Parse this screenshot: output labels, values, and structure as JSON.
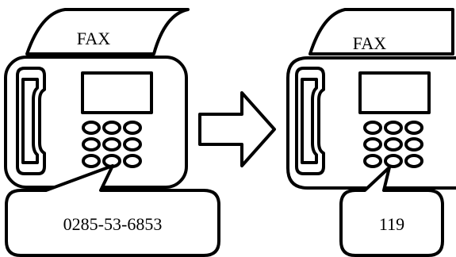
{
  "left_fax": {
    "paper_label": "FAX",
    "dialed_number": "0285-53-6853"
  },
  "right_fax": {
    "paper_label": "FAX",
    "dialed_number": "119"
  },
  "colors": {
    "line": "#000000",
    "fill": "#ffffff"
  },
  "icons": [
    "fax-machine-icon",
    "right-arrow-icon",
    "fax-machine-icon"
  ]
}
